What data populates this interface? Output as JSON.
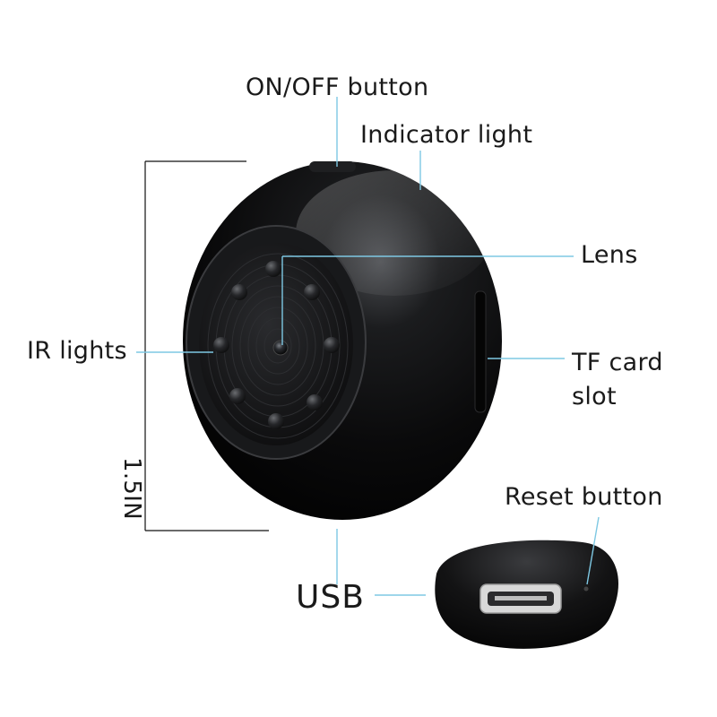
{
  "labels": {
    "on_off_button": "ON/OFF button",
    "indicator_light": "Indicator light",
    "lens": "Lens",
    "ir_lights": "IR lights",
    "tf_card_slot_line1": "TF card",
    "tf_card_slot_line2": "slot",
    "reset_button": "Reset button",
    "usb": "USB",
    "dimension": "1.5IN"
  },
  "colors": {
    "leader_line": "#7ec8e3",
    "dimension_line": "#111111",
    "body_dark": "#0b0b0c",
    "label_text": "#1a1a1a"
  }
}
